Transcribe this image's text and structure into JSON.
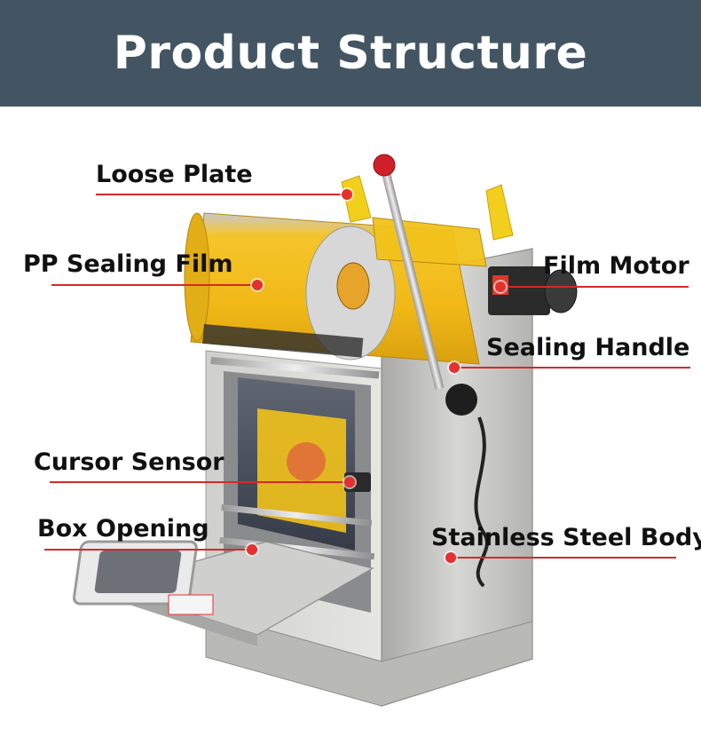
{
  "title": "Product Structure",
  "colors": {
    "header_bg": "#435563",
    "callout_red": "#d42a2a",
    "steel": "#c9c9c7",
    "film_yellow": "#f2c21b",
    "plastic_yellow": "#f3cf1d"
  },
  "labels": {
    "loose_plate": "Loose Plate",
    "pp_sealing_film": "PP Sealing Film",
    "film_motor": "Film Motor",
    "sealing_handle": "Sealing Handle",
    "cursor_sensor": "Cursor Sensor",
    "box_opening": "Box Opening",
    "stainless_steel_body": "Stainless Steel Body"
  }
}
